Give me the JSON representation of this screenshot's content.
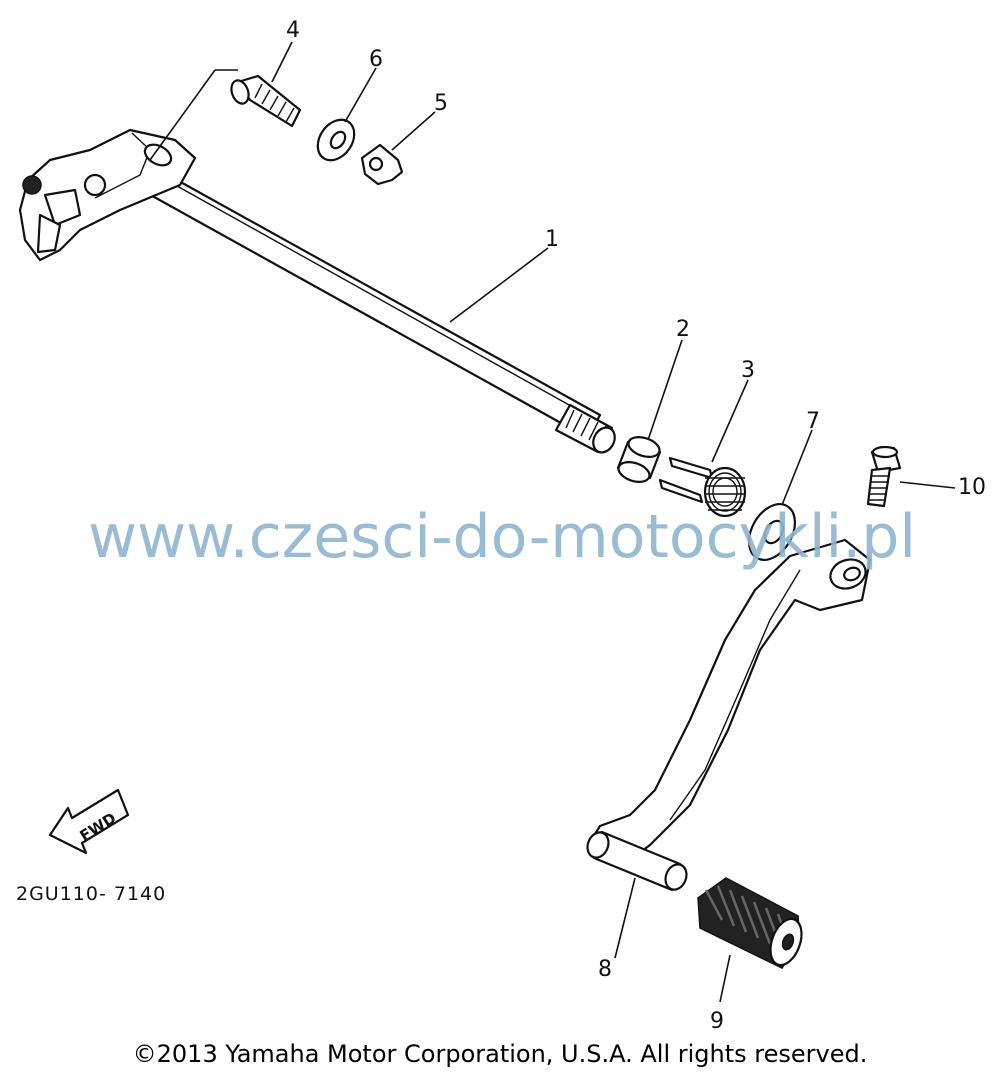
{
  "diagram": {
    "callouts": [
      {
        "id": "1",
        "label": "1"
      },
      {
        "id": "2",
        "label": "2"
      },
      {
        "id": "3",
        "label": "3"
      },
      {
        "id": "4",
        "label": "4"
      },
      {
        "id": "5",
        "label": "5"
      },
      {
        "id": "6",
        "label": "6"
      },
      {
        "id": "7",
        "label": "7"
      },
      {
        "id": "8",
        "label": "8"
      },
      {
        "id": "9",
        "label": "9"
      },
      {
        "id": "10",
        "label": "10"
      }
    ],
    "direction_marker": "FWD",
    "drawing_code": "2GU110- 7140"
  },
  "watermark": "www.czesci-do-motocykli.pl",
  "copyright": "©2013 Yamaha Motor Corporation, U.S.A. All rights reserved."
}
